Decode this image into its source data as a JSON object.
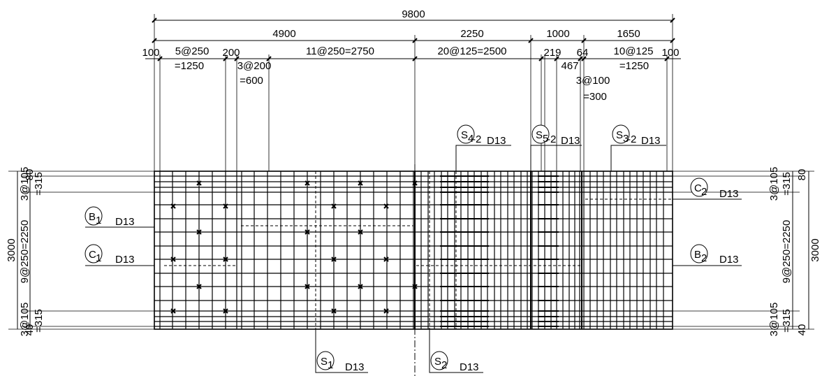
{
  "colors": {
    "line": "#000000",
    "background": "#ffffff"
  },
  "dimensions_top": {
    "overall": "9800",
    "segments": [
      "4900",
      "2250",
      "1000",
      "1650"
    ],
    "row3": [
      "100",
      "5@250",
      "=1250",
      "200",
      "11@250=2750",
      "20@125=2500",
      "219",
      "64",
      "10@125",
      "=1250",
      "100"
    ],
    "row4": [
      "3@200",
      "=600",
      "467",
      "3@100",
      "=300"
    ]
  },
  "dimensions_left": {
    "overall": "3000",
    "mid": "9@250=2250",
    "top_edge": "80",
    "top_group": "3@105",
    "top_group_eq": "=315",
    "bottom_group": "3@105",
    "bottom_group_eq": "=315",
    "bottom_edge": "40"
  },
  "dimensions_right": {
    "overall": "3000",
    "mid": "9@250=2250",
    "top_edge": "80",
    "top_group": "3@105",
    "top_group_eq": "=315",
    "bottom_group": "3@105",
    "bottom_group_eq": "=315",
    "bottom_edge": "40"
  },
  "bar_marks": {
    "S4": {
      "letter": "S",
      "sub": "4",
      "suffix": "-2",
      "size": "D13"
    },
    "S5": {
      "letter": "S",
      "sub": "5",
      "suffix": "-2",
      "size": "D13"
    },
    "S3": {
      "letter": "S",
      "sub": "3",
      "suffix": "-2",
      "size": "D13"
    },
    "B1": {
      "letter": "B",
      "sub": "1",
      "suffix": "",
      "size": "D13"
    },
    "C1": {
      "letter": "C",
      "sub": "1",
      "suffix": "",
      "size": "D13"
    },
    "C2": {
      "letter": "C",
      "sub": "2",
      "suffix": "",
      "size": "D13"
    },
    "B2": {
      "letter": "B",
      "sub": "2",
      "suffix": "",
      "size": "D13"
    },
    "S1": {
      "letter": "S",
      "sub": "1",
      "suffix": "",
      "size": "D13"
    },
    "S2": {
      "letter": "S",
      "sub": "2",
      "suffix": "",
      "size": "D13"
    }
  }
}
